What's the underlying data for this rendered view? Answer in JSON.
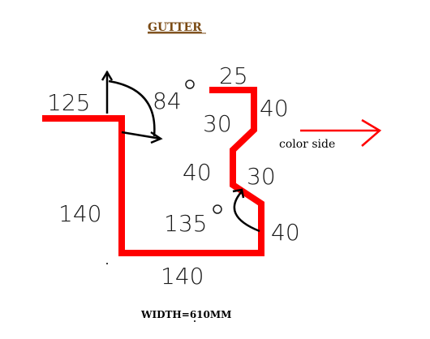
{
  "title": "GUTTER",
  "dimensions": {
    "top_left_flange": "125",
    "angle_top": "84",
    "top_lip": "25",
    "right_upper_vertical": "40",
    "upper_diagonal": "30",
    "middle_vertical": "40",
    "lower_diagonal": "30",
    "angle_bottom": "135",
    "right_lower_vertical": "40",
    "left_vertical": "140",
    "bottom": "140"
  },
  "color_side_label": "color side",
  "width_label": "WIDTH=610MM",
  "colors": {
    "profile": "#ff0000",
    "arrow": "#ff0000",
    "angle_marks": "#000000",
    "title": "#7a4a14"
  }
}
